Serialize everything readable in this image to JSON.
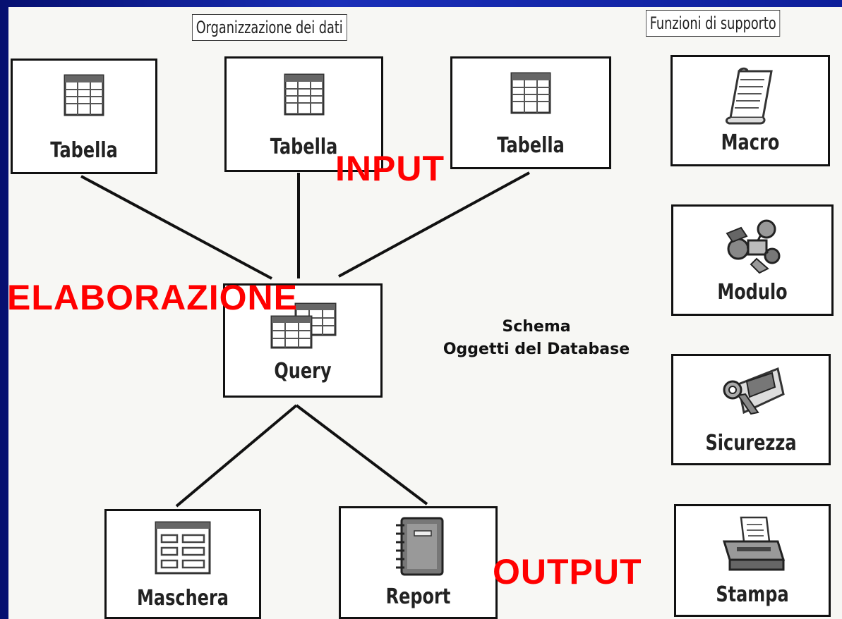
{
  "headers": {
    "left": "Organizzazione dei dati",
    "right": "Funzioni di supporto"
  },
  "objects": {
    "tabella1": "Tabella",
    "tabella2": "Tabella",
    "tabella3": "Tabella",
    "query": "Query",
    "maschera": "Maschera",
    "report": "Report",
    "macro": "Macro",
    "modulo": "Modulo",
    "sicurezza": "Sicurezza",
    "stampa": "Stampa"
  },
  "overlays": {
    "input": "INPUT",
    "elaborazione": "ELABORAZIONE",
    "output": "OUTPUT"
  },
  "caption": {
    "line1": "Schema",
    "line2": "Oggetti del Database"
  },
  "colors": {
    "overlay_red": "#ff0000",
    "background_blue": "#0b1a8c"
  },
  "icons": {
    "tabella": "table-grid-icon",
    "query": "query-icon",
    "maschera": "form-icon",
    "report": "notebook-icon",
    "macro": "scroll-icon",
    "modulo": "module-icon",
    "sicurezza": "security-icon",
    "stampa": "printer-icon"
  }
}
